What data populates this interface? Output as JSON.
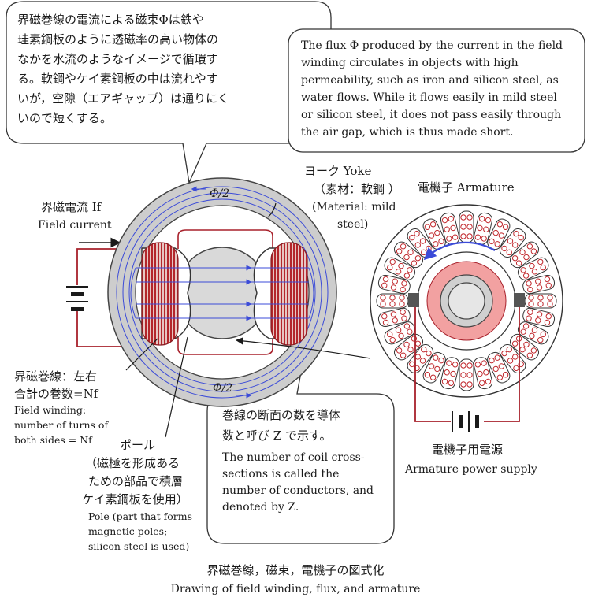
{
  "callouts": {
    "top_left_jp": [
      "界磁巻線の電流による磁束Φは鉄や",
      "珪素鋼板のように透磁率の高い物体の",
      "なかを水流のようなイメージで循環す",
      "る。軟鋼やケイ素鋼板の中は流れやす",
      "いが，空隙（エアギャップ）は通りにく",
      "いので短くする。"
    ],
    "top_right_en": [
      "The flux Φ produced by the current in the field",
      "winding circulates in objects with high",
      "permeability, such as iron and silicon steel, as",
      "water flows. While it flows easily in mild steel",
      "or silicon steel, it does not pass easily through",
      "the air gap, which is thus made short."
    ],
    "bottom_mid_jp": [
      "巻線の断面の数を導体",
      "数と呼び Z で示す。"
    ],
    "bottom_mid_en": [
      "The number of coil cross-",
      "sections is called the",
      "number of conductors, and",
      "denoted by Z."
    ]
  },
  "labels": {
    "flux_top": "Φ/2",
    "flux_bottom": "Φ/2",
    "field_current_jp": "界磁電流 If",
    "field_current_en": "Field current",
    "yoke_jp": "ヨーク Yoke",
    "yoke_material_jp": "（素材：軟鋼 ）",
    "yoke_material_en_1": "(Material: mild",
    "yoke_material_en_2": "steel)",
    "armature": "電機子 Armature",
    "field_winding_jp_1": "界磁巻線：左右",
    "field_winding_jp_2": "合計の巻数=Nf",
    "field_winding_en_1": "Field winding:",
    "field_winding_en_2": "number of turns of",
    "field_winding_en_3": "both sides = Nf",
    "pole_jp_1": "ポール",
    "pole_jp_2": "（磁極を形成ある",
    "pole_jp_3": "ための部品で積層",
    "pole_jp_4": "ケイ素鋼板を使用）",
    "pole_en_1": "Pole (part that forms",
    "pole_en_2": "magnetic poles;",
    "pole_en_3": "silicon steel is used)",
    "armature_supply_jp": "電機子用電源",
    "armature_supply_en": "Armature power supply"
  },
  "caption": {
    "jp": "界磁巻線，磁束，電機子の図式化",
    "en": "Drawing of field winding, flux, and armature"
  },
  "colors": {
    "winding": "#b3262b",
    "flux": "#3b4bd8",
    "yoke": "#cfcfcf",
    "wire": "#a8212b",
    "armature_core": "#ffffff",
    "armature_pink": "#f2a1a1"
  }
}
